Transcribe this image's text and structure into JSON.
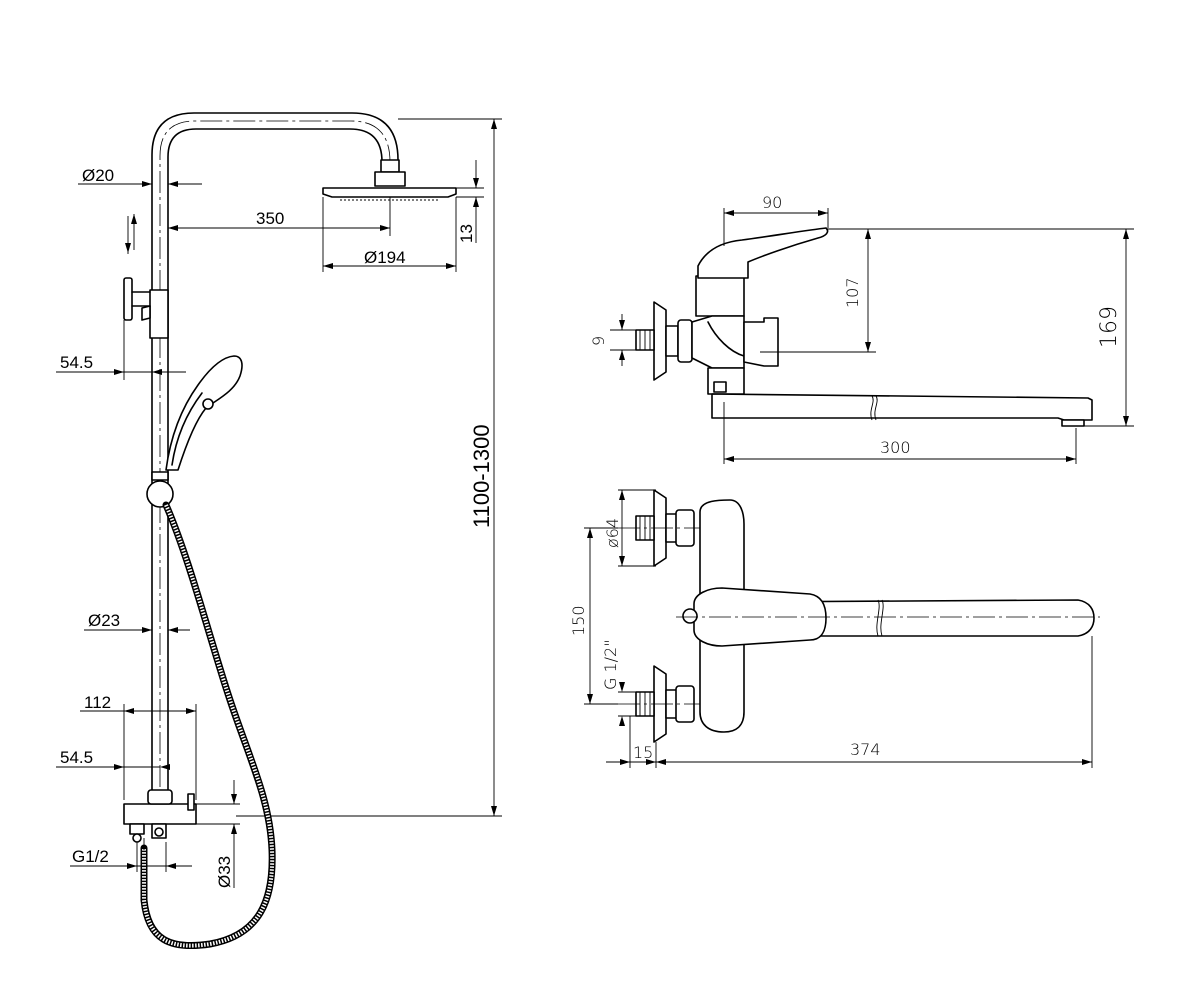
{
  "shower_system": {
    "dims": {
      "pipe_dia": "Ø20",
      "reach": "350",
      "head_dia": "Ø194",
      "head_height": "13",
      "total_height": "1100-1300",
      "holder_offset": "54.5",
      "rail_dia": "Ø23",
      "mixer_width": "112",
      "mixer_offset": "54.5",
      "inlet_thread": "G1/2",
      "mixer_dia": "Ø33"
    }
  },
  "bath_mixer": {
    "side_view": {
      "lever_offset": "90",
      "lever_height": "107",
      "overall_height": "169",
      "inlet_height": "9",
      "spout_length": "300"
    },
    "top_view": {
      "flange_dia": "ø64",
      "centres": "150",
      "thread": "G 1/2\"",
      "wall_offset": "15",
      "total_length": "374"
    }
  }
}
